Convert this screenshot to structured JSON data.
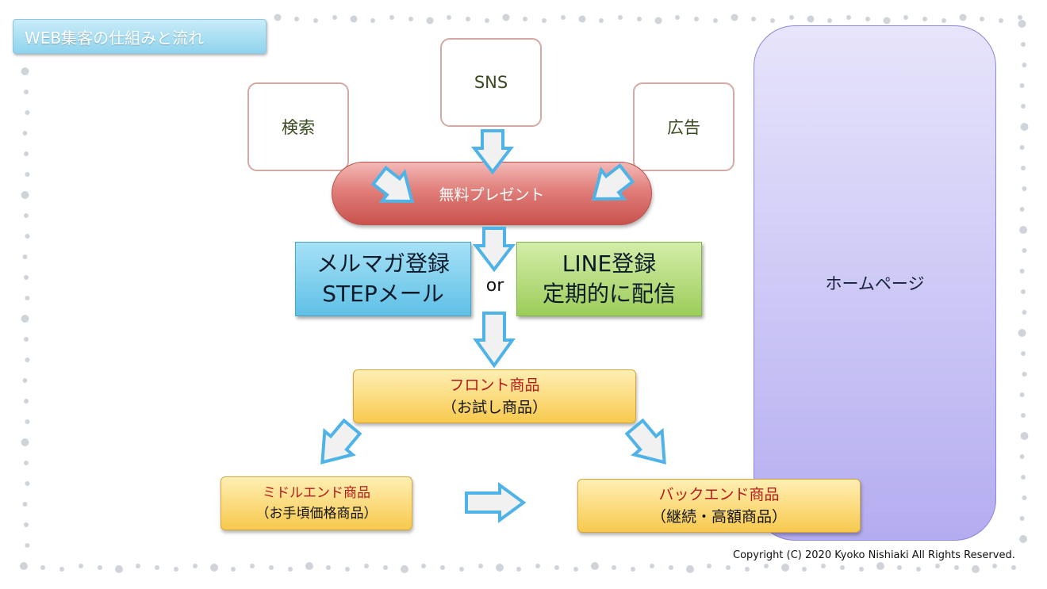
{
  "title": "WEB集客の仕組みと流れ",
  "sources": {
    "search": "検索",
    "sns": "SNS",
    "ad": "広告"
  },
  "present": "無料プレゼント",
  "mail": {
    "line1": "メルマガ登録",
    "line2": "STEPメール"
  },
  "or": "or",
  "line": {
    "line1": "LINE登録",
    "line2": "定期的に配信"
  },
  "front": {
    "line1": "フロント商品",
    "line2": "（お試し商品）"
  },
  "middle": {
    "line1": "ミドルエンド商品",
    "line2": "（お手頃価格商品）"
  },
  "back": {
    "line1": "バックエンド商品",
    "line2": "（継続・高額商品）"
  },
  "homepage": "ホームページ",
  "copyright": "Copyright (C) 2020 Kyoko Nishiaki All Rights Reserved.",
  "colors": {
    "arrow_stroke": "#4fb3e8",
    "arrow_fill": "#f1f1f1"
  }
}
